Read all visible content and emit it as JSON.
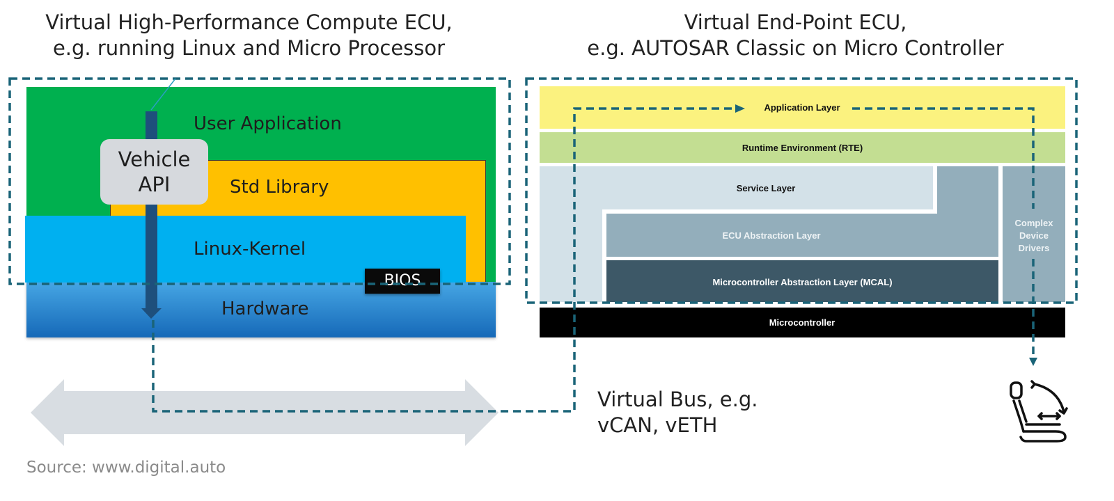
{
  "left": {
    "title_line1": "Virtual High-Performance Compute ECU,",
    "title_line2": "e.g. running Linux and Micro Processor",
    "layers": {
      "user_application": "User Application",
      "std_library": "Std Library",
      "linux_kernel": "Linux-Kernel",
      "hardware": "Hardware",
      "bios": "BIOS"
    },
    "vehicle_api_line1": "Vehicle",
    "vehicle_api_line2": "API"
  },
  "right": {
    "title_line1": "Virtual End-Point ECU,",
    "title_line2": "e.g. AUTOSAR Classic on Micro Controller",
    "layers": {
      "application": "Application Layer",
      "rte": "Runtime Environment (RTE)",
      "service": "Service Layer",
      "ecu_abstraction": "ECU Abstraction Layer",
      "mcal": "Microcontroller Abstraction Layer (MCAL)",
      "microcontroller": "Microcontroller",
      "cdd_line1": "Complex",
      "cdd_line2": "Device",
      "cdd_line3": "Drivers"
    }
  },
  "bus": {
    "label_line1": "Virtual Bus, e.g.",
    "label_line2": "vCAN, vETH"
  },
  "source": "Source: www.digital.auto",
  "icons": [
    "car-seat-icon"
  ],
  "colors": {
    "dashed_line": "#1a6478",
    "user_application": "#00b04f",
    "std_library": "#ffc000",
    "linux_kernel": "#00b0f0",
    "hardware": "#1e7ac8",
    "application_layer": "#fbf27f",
    "rte": "#c3de92",
    "service_layer": "#d3e1e8",
    "ecu_abstraction": "#93aebb",
    "mcal": "#3d5867",
    "microcontroller": "#000000",
    "bus_arrow": "#d8dde2"
  }
}
